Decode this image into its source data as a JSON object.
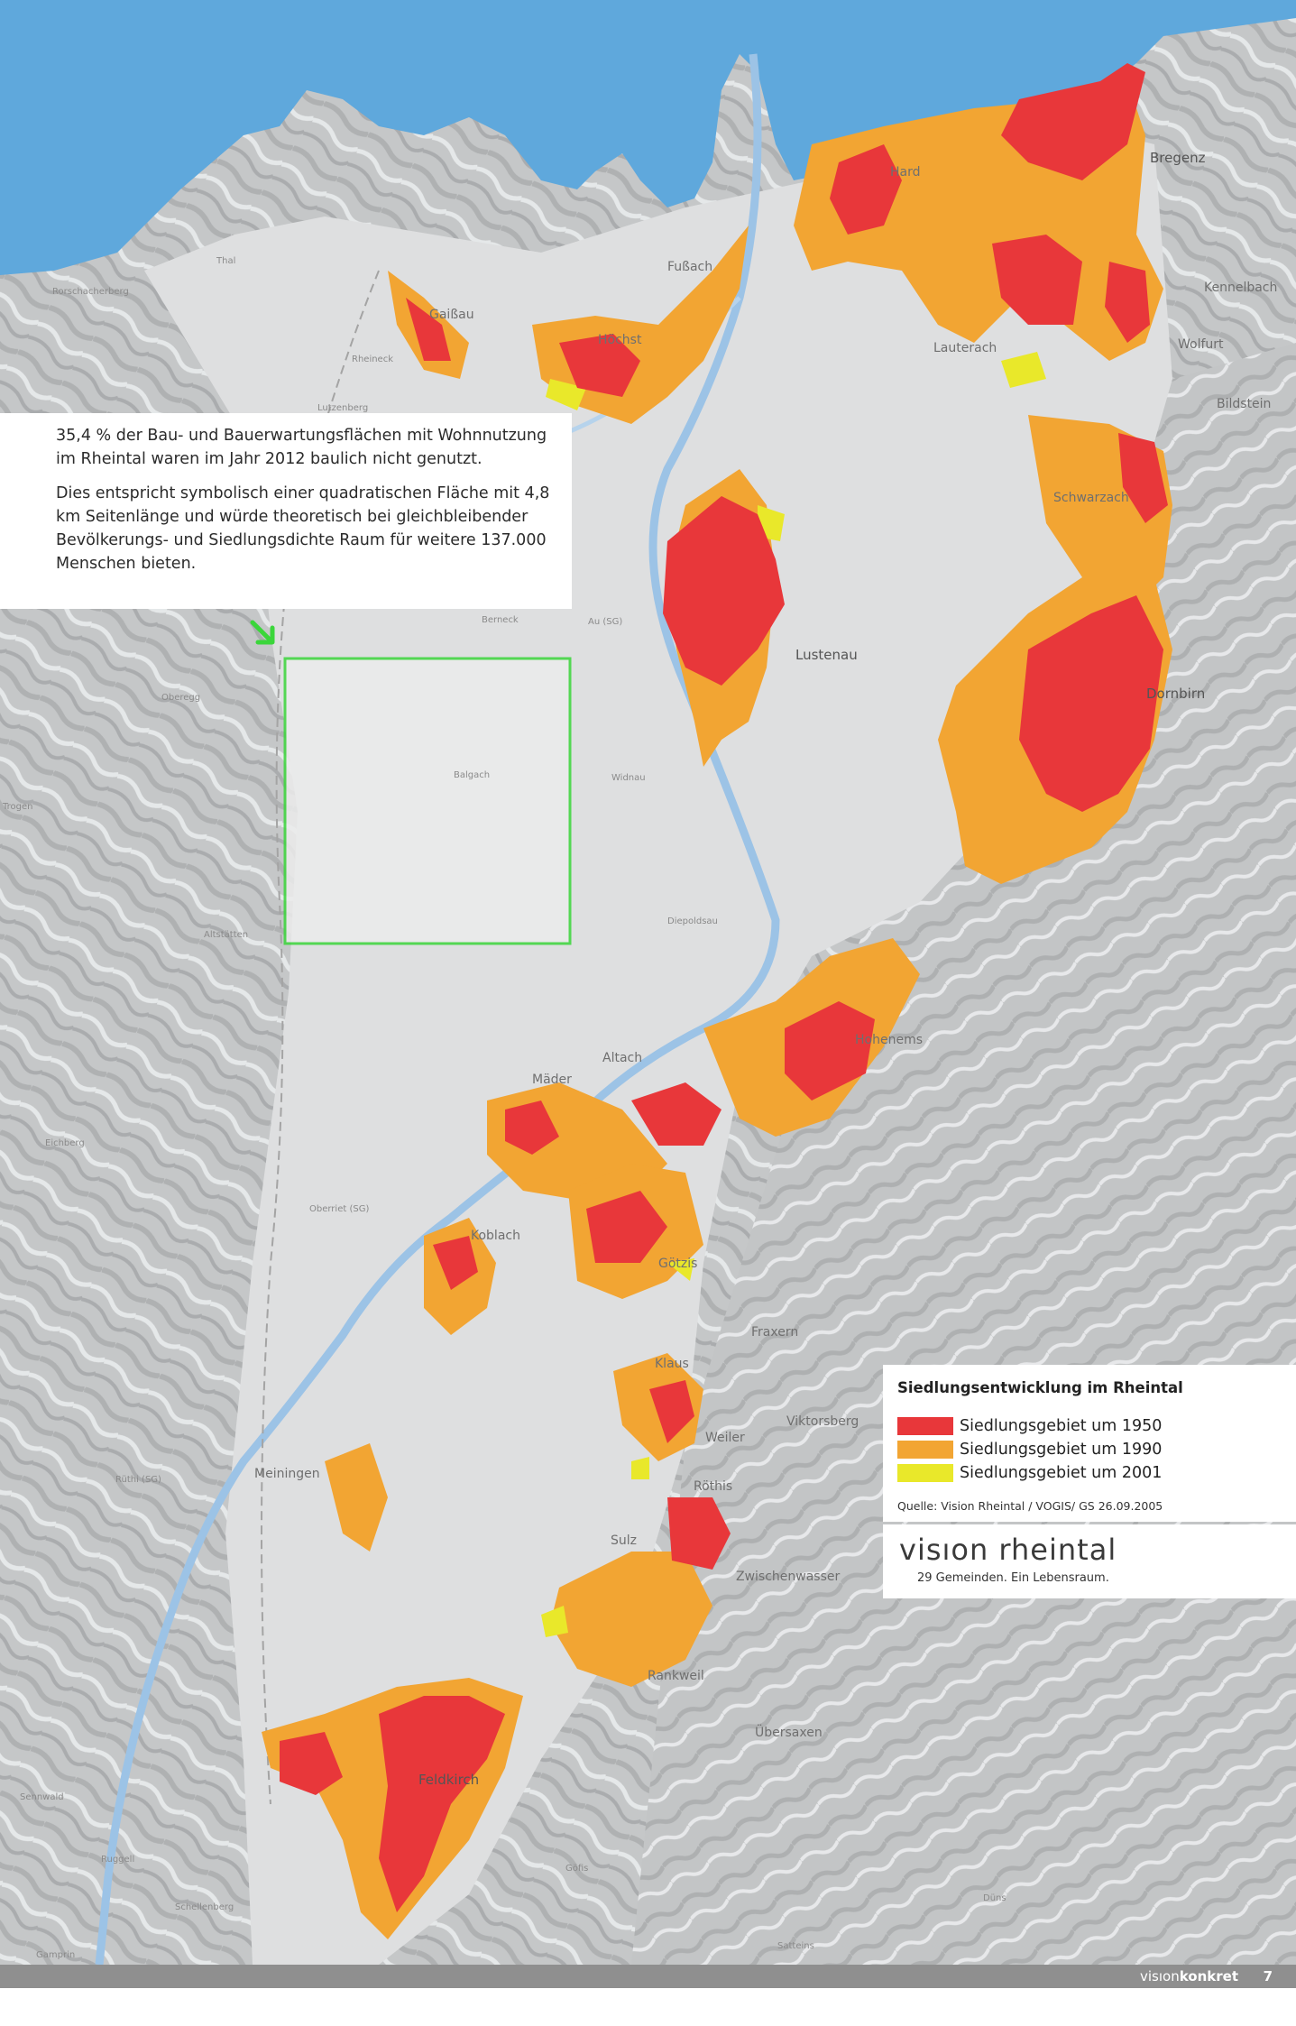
{
  "info": {
    "paragraph_1": "35,4 % der Bau- und Bauerwartungsflächen mit Wohnnutzung im Rheintal waren im Jahr 2012 baulich nicht genutzt.",
    "paragraph_2": "Dies entspricht symbolisch einer quadratischen Fläche mit 4,8 km Seitenlänge und würde theoretisch bei gleichbleibender Bevölkerungs- und Siedlungsdichte Raum für weitere 137.000 Menschen bieten."
  },
  "legend": {
    "title": "Siedlungsentwicklung im Rheintal",
    "items": [
      {
        "label": "Siedlungsgebiet um 1950",
        "color": "#e8373a"
      },
      {
        "label": "Siedlungsgebiet um 1990",
        "color": "#f2a533"
      },
      {
        "label": "Siedlungsgebiet um 2001",
        "color": "#e9e82a"
      }
    ],
    "source": "Quelle: Vision Rheintal / VOGIS/ GS 26.09.2005"
  },
  "brand": {
    "logo": "visıon rheintal",
    "tagline": "29 Gemeinden. Ein Lebensraum."
  },
  "footer": {
    "brand_light": "visıon",
    "brand_bold": "konkret",
    "page_number": "7"
  },
  "map": {
    "colors": {
      "lake": "#5fa8dc",
      "terrain": "#c9cbcc",
      "valley": "#dedfe0",
      "river": "#9cc3e6",
      "square_outline": "#3bd63b",
      "square_fill": "#ececec"
    },
    "places": [
      {
        "name": "Hard"
      },
      {
        "name": "Bregenz"
      },
      {
        "name": "Fußach"
      },
      {
        "name": "Kennelbach"
      },
      {
        "name": "Gaißau"
      },
      {
        "name": "Höchst"
      },
      {
        "name": "Lauterach"
      },
      {
        "name": "Wolfurt"
      },
      {
        "name": "Bildstein"
      },
      {
        "name": "Schwarzach"
      },
      {
        "name": "Lustenau"
      },
      {
        "name": "Dornbirn"
      },
      {
        "name": "Au (SG)"
      },
      {
        "name": "Berneck"
      },
      {
        "name": "Widnau"
      },
      {
        "name": "Balgach"
      },
      {
        "name": "Oberegg"
      },
      {
        "name": "Trogen"
      },
      {
        "name": "Altstätten"
      },
      {
        "name": "Diepoldsau"
      },
      {
        "name": "Hohenems"
      },
      {
        "name": "Altach"
      },
      {
        "name": "Mäder"
      },
      {
        "name": "Koblach"
      },
      {
        "name": "Götzis"
      },
      {
        "name": "Fraxern"
      },
      {
        "name": "Klaus"
      },
      {
        "name": "Viktorsberg"
      },
      {
        "name": "Weiler"
      },
      {
        "name": "Röthis"
      },
      {
        "name": "Meiningen"
      },
      {
        "name": "Sulz"
      },
      {
        "name": "Zwischenwasser"
      },
      {
        "name": "Rankweil"
      },
      {
        "name": "Übersaxen"
      },
      {
        "name": "Feldkirch"
      },
      {
        "name": "Sennwald"
      },
      {
        "name": "Ruggell"
      },
      {
        "name": "Schellenberg"
      },
      {
        "name": "Gamprin"
      },
      {
        "name": "Göfis"
      },
      {
        "name": "Satteins"
      },
      {
        "name": "Düns"
      },
      {
        "name": "Thal"
      },
      {
        "name": "Rorschacherberg"
      },
      {
        "name": "Rheineck"
      },
      {
        "name": "Lutzenberg"
      },
      {
        "name": "Oberriet (SG)"
      },
      {
        "name": "Rüthi (SG)"
      },
      {
        "name": "Eichberg"
      }
    ]
  }
}
